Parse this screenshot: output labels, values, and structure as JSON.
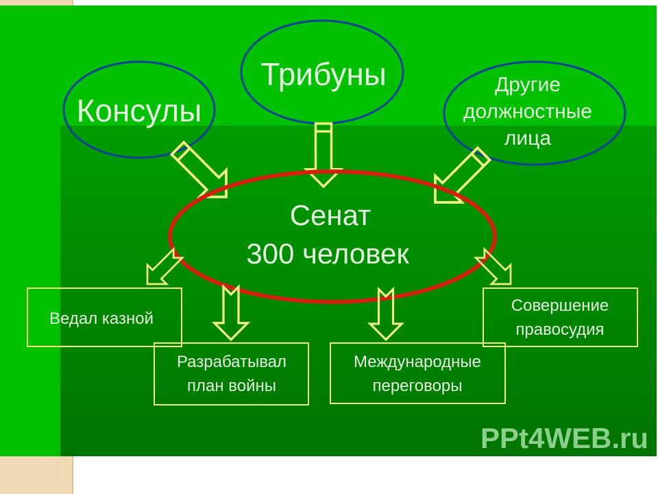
{
  "top_nodes": {
    "consuls": "Консулы",
    "tribunes": "Трибуны",
    "others_line1": "Другие",
    "others_line2": "должностные",
    "others_line3": "лица"
  },
  "center": {
    "line1": "Сенат",
    "line2": "300 человек"
  },
  "functions": {
    "treasury": "Ведал казной",
    "war_line1": "Разрабатывал",
    "war_line2": "план войны",
    "diplomacy_line1": "Международные",
    "diplomacy_line2": "переговоры",
    "justice_line1": "Совершение",
    "justice_line2": "правосудия"
  },
  "watermark": "PPt4WEB.ru",
  "colors": {
    "background_top": "#00c000",
    "background_inner": "#009000",
    "top_ellipse_stroke": "#10409a",
    "senate_stroke": "#d42010",
    "arrow_stroke": "#f0f080",
    "box_stroke": "#f0f080"
  }
}
